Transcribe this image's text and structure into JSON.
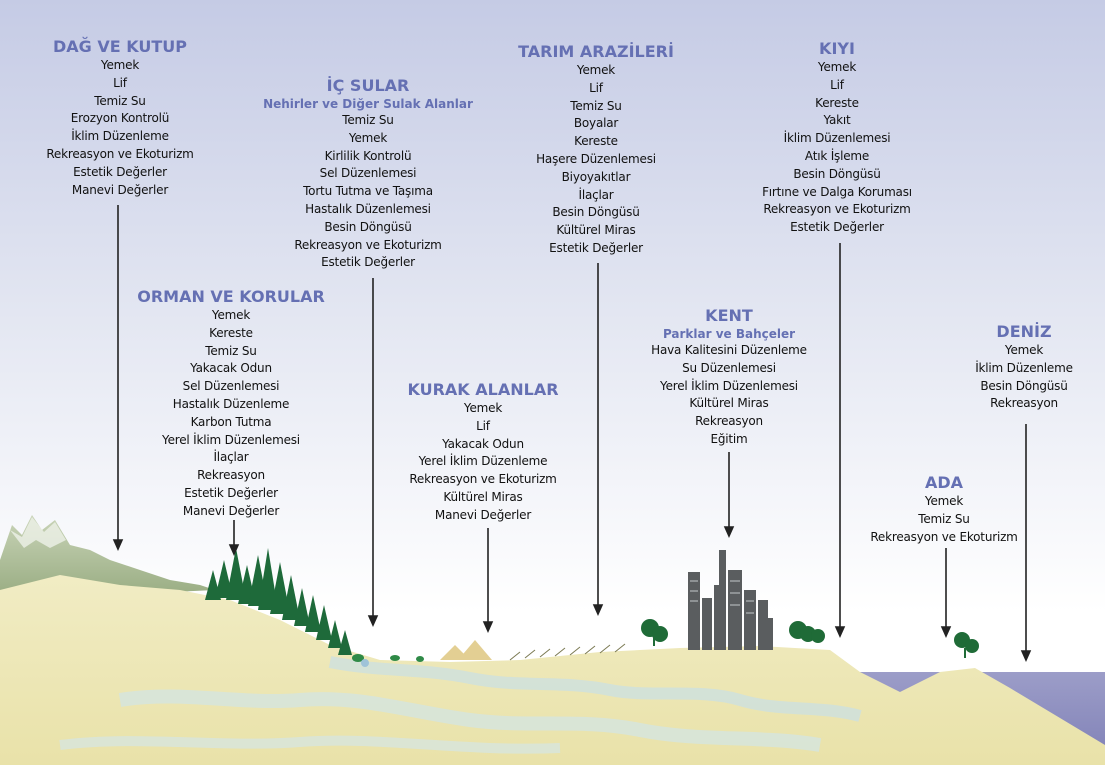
{
  "colors": {
    "title": "#6570b3",
    "text": "#111111",
    "sky_top": "#c7cde6",
    "sky_bottom": "#ffffff",
    "land": "#eee7b5",
    "water": "#cfe3e6",
    "sea": "#8e8fc0",
    "tree": "#1f6b37",
    "mountain": "#9faf89",
    "city": "#55585a"
  },
  "ecosystems": [
    {
      "id": "dag-ve-kutup",
      "title": "DAĞ VE KUTUP",
      "subtitle": "",
      "items": [
        "Yemek",
        "Lif",
        "Temiz Su",
        "Erozyon Kontrolü",
        "İklim Düzenleme",
        "Rekreasyon ve Ekoturizm",
        "Estetik Değerler",
        "Manevi Değerler"
      ]
    },
    {
      "id": "orman-ve-korular",
      "title": "ORMAN VE KORULAR",
      "subtitle": "",
      "items": [
        "Yemek",
        "Kereste",
        "Temiz Su",
        "Yakacak Odun",
        "Sel Düzenlemesi",
        "Hastalık Düzenleme",
        "Karbon Tutma",
        "Yerel İklim Düzenlemesi",
        "İlaçlar",
        "Rekreasyon",
        "Estetik Değerler",
        "Manevi Değerler"
      ]
    },
    {
      "id": "ic-sular",
      "title": "İÇ SULAR",
      "subtitle": "Nehirler ve Diğer Sulak Alanlar",
      "items": [
        "Temiz Su",
        "Yemek",
        "Kirlilik Kontrolü",
        "Sel Düzenlemesi",
        "Tortu Tutma ve Taşıma",
        "Hastalık Düzenlemesi",
        "Besin Döngüsü",
        "Rekreasyon ve Ekoturizm",
        "Estetik Değerler"
      ]
    },
    {
      "id": "kurak-alanlar",
      "title": "KURAK ALANLAR",
      "subtitle": "",
      "items": [
        "Yemek",
        "Lif",
        "Yakacak Odun",
        "Yerel İklim Düzenleme",
        "Rekreasyon ve Ekoturizm",
        "Kültürel Miras",
        "Manevi Değerler"
      ]
    },
    {
      "id": "tarim-arazileri",
      "title": "TARIM ARAZİLERİ",
      "subtitle": "",
      "items": [
        "Yemek",
        "Lif",
        "Temiz Su",
        "Boyalar",
        "Kereste",
        "Haşere Düzenlemesi",
        "Biyoyakıtlar",
        "İlaçlar",
        "Besin Döngüsü",
        "Kültürel Miras",
        "Estetik Değerler"
      ]
    },
    {
      "id": "kent",
      "title": "KENT",
      "subtitle": "Parklar ve Bahçeler",
      "items": [
        "Hava Kalitesini Düzenleme",
        "Su Düzenlemesi",
        "Yerel İklim Düzenlemesi",
        "Kültürel Miras",
        "Rekreasyon",
        "Eğitim"
      ]
    },
    {
      "id": "kiyi",
      "title": "KIYI",
      "subtitle": "",
      "items": [
        "Yemek",
        "Lif",
        "Kereste",
        "Yakıt",
        "İklim Düzenlemesi",
        "Atık İşleme",
        "Besin Döngüsü",
        "Fırtıne ve Dalga Koruması",
        "Rekreasyon ve Ekoturizm",
        "Estetik Değerler"
      ]
    },
    {
      "id": "ada",
      "title": "ADA",
      "subtitle": "",
      "items": [
        "Yemek",
        "Temiz Su",
        "Rekreasyon ve Ekoturizm"
      ]
    },
    {
      "id": "deniz",
      "title": "DENİZ",
      "subtitle": "",
      "items": [
        "Yemek",
        "İklim Düzenleme",
        "Besin Döngüsü",
        "Rekreasyon"
      ]
    }
  ]
}
